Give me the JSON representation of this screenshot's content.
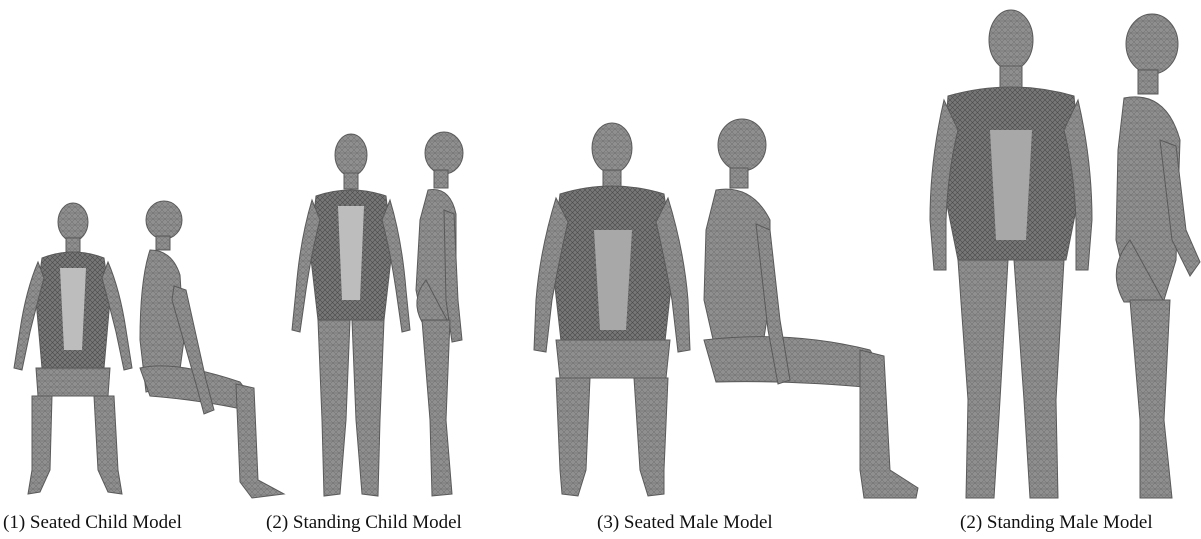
{
  "figure": {
    "colors": {
      "mesh_fill": "#8f8f8f",
      "mesh_dark": "#6a6a6a",
      "mesh_light": "#c9c9c9",
      "background": "#ffffff"
    },
    "panels": [
      {
        "caption": "(1) Seated Child Model",
        "views": [
          "front",
          "side"
        ],
        "posture": "seated"
      },
      {
        "caption": "(2) Standing Child Model",
        "views": [
          "front",
          "side"
        ],
        "posture": "standing"
      },
      {
        "caption": "(3) Seated Male Model",
        "views": [
          "front",
          "side"
        ],
        "posture": "seated"
      },
      {
        "caption": "(2) Standing Male Model",
        "views": [
          "front",
          "side"
        ],
        "posture": "standing"
      }
    ]
  }
}
